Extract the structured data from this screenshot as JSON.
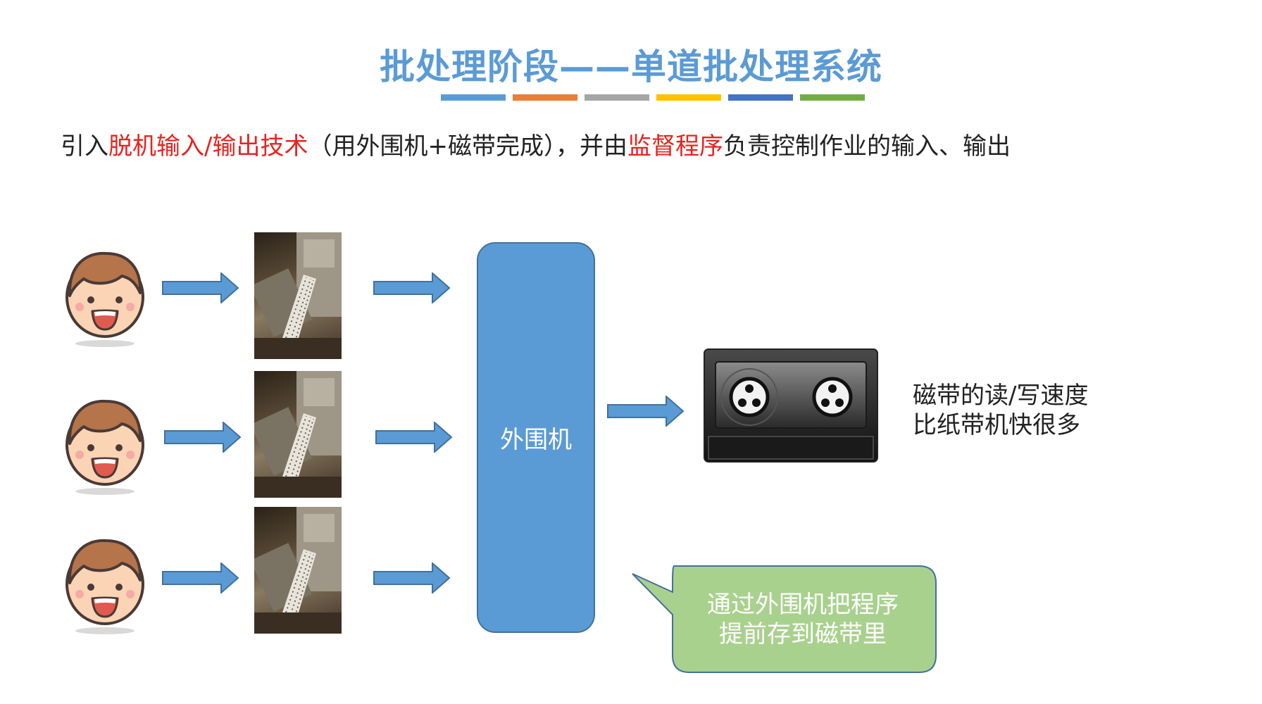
{
  "title": "批处理阶段——单道批处理系统",
  "title_bar_colors": [
    "#5b9bd5",
    "#ed7d31",
    "#a5a5a5",
    "#ffc000",
    "#4472c4",
    "#70ad47"
  ],
  "intro": {
    "part1": "引入",
    "highlight1": "脱机输入/输出技术",
    "part2": "（用外围机+磁带完成），并由",
    "highlight2": "监督程序",
    "part3": "负责控制作业的输入、输出"
  },
  "peripheral_label": "外围机",
  "tape_note": {
    "line1": "磁带的读/写速度",
    "line2": "比纸带机快很多"
  },
  "callout": {
    "line1": "通过外围机把程序",
    "line2": "提前存到磁带里"
  },
  "colors": {
    "accent_blue": "#5b9bd5",
    "highlight_red": "#e8231f",
    "callout_green": "#a9d18e"
  },
  "icons": [
    "user-face-icon",
    "arrow-right-icon",
    "paper-tape-machine-photo",
    "magnetic-tape-icon"
  ]
}
